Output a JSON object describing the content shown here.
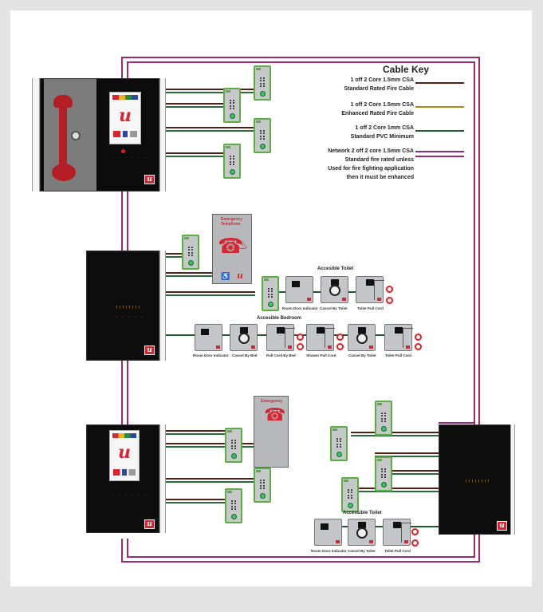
{
  "colors": {
    "background": "#e3e3e3",
    "sheet": "#ffffff",
    "network_cable": "#9b2a76",
    "standard_fire_cable": "#5a1e12",
    "enhanced_fire_cable": "#b8860b",
    "pvc_cable": "#1e5a2e",
    "brand_red": "#d62631",
    "panel_black": "#0d0d0d",
    "outstation_green": "#5cae42"
  },
  "cable_key": {
    "title": "Cable Key",
    "entries": [
      {
        "lines": [
          "1 off 2 Core 1.5mm CSA",
          "Standard Rated Fire Cable"
        ],
        "color": "#5a1e12"
      },
      {
        "lines": [
          "1 off 2 Core 1.5mm CSA",
          "Enhanced Rated Fire Cable"
        ],
        "color": "#b8860b"
      },
      {
        "lines": [
          "1 off 2 Core 1mm CSA",
          "Standard PVC Minimum"
        ],
        "color": "#1e5a2e"
      },
      {
        "lines": [
          "Network 2 off 2 core 1.5mm CSA",
          "Standard fire rated unless",
          "Used for fire fighting application",
          "then it must be enhanced"
        ],
        "color": "#9b2a76"
      }
    ]
  },
  "groups": {
    "toilet_top": {
      "title": "Accesible Toilet",
      "devices": [
        "Room Door Indicator",
        "Cancel By Toilet",
        "Toilet Pull Cord"
      ]
    },
    "bedroom": {
      "title": "Accesible Bedroom",
      "devices": [
        "Room Door Indicator",
        "Cancel By Bed",
        "Pull Cord By Bed",
        "Shower Pull Cord",
        "Cancel By Toilet",
        "Toilet Pull Cord"
      ]
    },
    "toilet_bottom": {
      "title": "Accessible Toilet",
      "devices": [
        "Room Door Indicator",
        "Cancel By Toilet",
        "Toilet Pull Cord"
      ]
    }
  },
  "hubs": {
    "top_title": "Emergency Telephone",
    "bottom_title": "Emergency"
  },
  "icons": {
    "logo": "u-brand-logo",
    "handset": "telephone-handset-icon",
    "fire": "fire-icon",
    "disabled": "wheelchair-icon",
    "pull_cord": "pull-cord-ring-icon"
  }
}
